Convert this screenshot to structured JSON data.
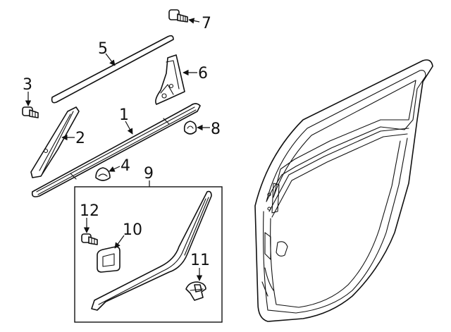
{
  "callouts": {
    "c1": "1",
    "c2": "2",
    "c3": "3",
    "c4": "4",
    "c5": "5",
    "c6": "6",
    "c7": "7",
    "c8": "8",
    "c9": "9",
    "c10": "10",
    "c11": "11",
    "c12": "12"
  },
  "colors": {
    "line": "#111111",
    "fill": "#ffffff"
  }
}
